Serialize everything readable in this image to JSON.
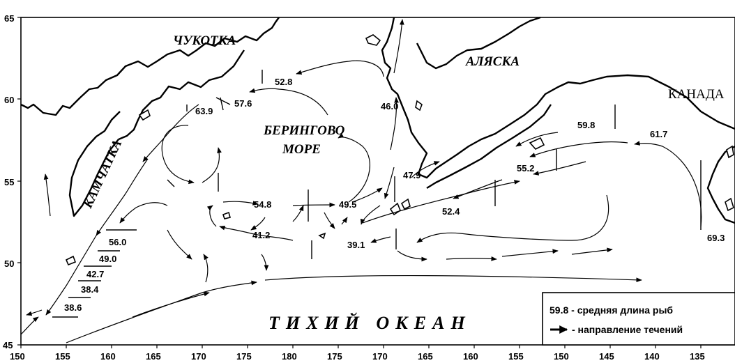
{
  "axes": {
    "x_ticks": [
      "150",
      "155",
      "160",
      "165",
      "170",
      "175",
      "180",
      "175",
      "170",
      "165",
      "160",
      "155",
      "150",
      "145",
      "140",
      "135"
    ],
    "y_ticks": [
      "65",
      "60",
      "55",
      "50",
      "45"
    ]
  },
  "regions": {
    "chukotka": "ЧУКОТКА",
    "alaska": "АЛЯСКА",
    "canada": "КАНАДА",
    "kamchatka": "КАМЧАТКА",
    "bering_sea_1": "БЕРИНГОВО",
    "bering_sea_2": "МОРЕ",
    "pacific": "ТИХИЙ ОКЕАН"
  },
  "fish_lengths": [
    "52.8",
    "57.6",
    "63.9",
    "46.0",
    "59.8",
    "61.7",
    "55.2",
    "47.9",
    "54.8",
    "49.5",
    "52.4",
    "41.2",
    "39.1",
    "69.3",
    "56.0",
    "49.0",
    "42.7",
    "38.4",
    "38.6"
  ],
  "legend": {
    "sample_value": "59.8",
    "value_text": " - средняя длина рыб",
    "arrow_text": "- направление течений"
  }
}
